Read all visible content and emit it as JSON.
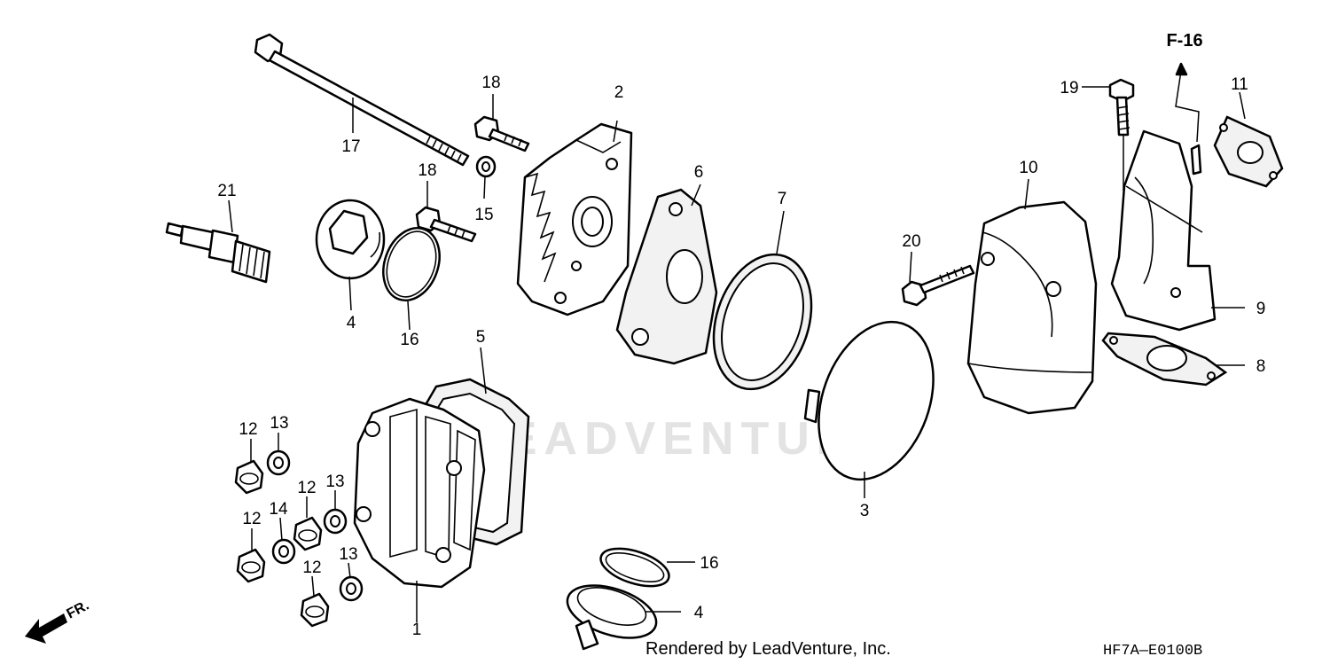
{
  "callouts": {
    "c1": "1",
    "c2": "2",
    "c3": "3",
    "c4a": "4",
    "c4b": "4",
    "c5": "5",
    "c6": "6",
    "c7": "7",
    "c8": "8",
    "c9": "9",
    "c10": "10",
    "c11": "11",
    "c12a": "12",
    "c12b": "12",
    "c12c": "12",
    "c12d": "12",
    "c13a": "13",
    "c13b": "13",
    "c13c": "13",
    "c14": "14",
    "c15": "15",
    "c16a": "16",
    "c16b": "16",
    "c17": "17",
    "c18a": "18",
    "c18b": "18",
    "c19": "19",
    "c20": "20",
    "c21": "21"
  },
  "reference": "F-16",
  "direction": "FR.",
  "watermark": "LEADVENTURE",
  "footer": {
    "rendered_by": "Rendered by LeadVenture, Inc.",
    "code": "HF7A—E0100B"
  }
}
